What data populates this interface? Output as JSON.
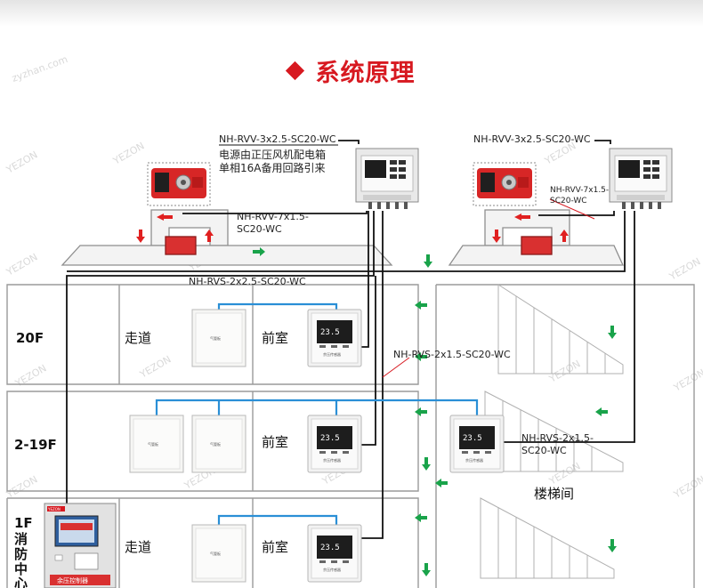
{
  "title": "系统原理",
  "cables": {
    "power_left": "NH-RVV-3x2.5-SC20-WC",
    "power_right": "NH-RVV-3x2.5-SC20-WC",
    "power_note_line1": "电源由正压风机配电箱",
    "power_note_line2": "单相16A备用回路引来",
    "damper_left_line1": "NH-RVV-7x1.5-",
    "damper_left_line2": "SC20-WC",
    "damper_right_line1": "NH-RVV-7x1.5-",
    "damper_right_line2": "SC20-WC",
    "bus_main": "NH-RVS-2x2.5-SC20-WC",
    "bus_20f": "NH-RVS-2x1.5-SC20-WC",
    "bus_stair_line1": "NH-RVS-2x1.5-",
    "bus_stair_line2": "SC20-WC"
  },
  "floors": {
    "f20": "20F",
    "f2_19": "2-19F",
    "f1_line1": "1F",
    "f1_line2": "消",
    "f1_line3": "防",
    "f1_line4": "中",
    "f1_line5": "心"
  },
  "rooms": {
    "corridor_20f": "走道",
    "front_room_20f": "前室",
    "front_room_2_19f": "前室",
    "stairwell": "楼梯间",
    "corridor_1f": "走道",
    "front_room_1f": "前室"
  },
  "device_text": {
    "sensor_reading": "23.5",
    "sensor_label": "余压传感器",
    "vent_label": "气管板",
    "vent_small": "●  ○",
    "controller_label": "余压控制器",
    "controller_brand": "YEZON"
  },
  "watermark": "YEZON",
  "watermark_url": "zyzhan.com",
  "colors": {
    "accent": "#d71920",
    "flow_arrow_red": "#e02020",
    "flow_arrow_green": "#19a34a",
    "signal_wire": "#2a8fd6",
    "control_wire": "#111111"
  }
}
